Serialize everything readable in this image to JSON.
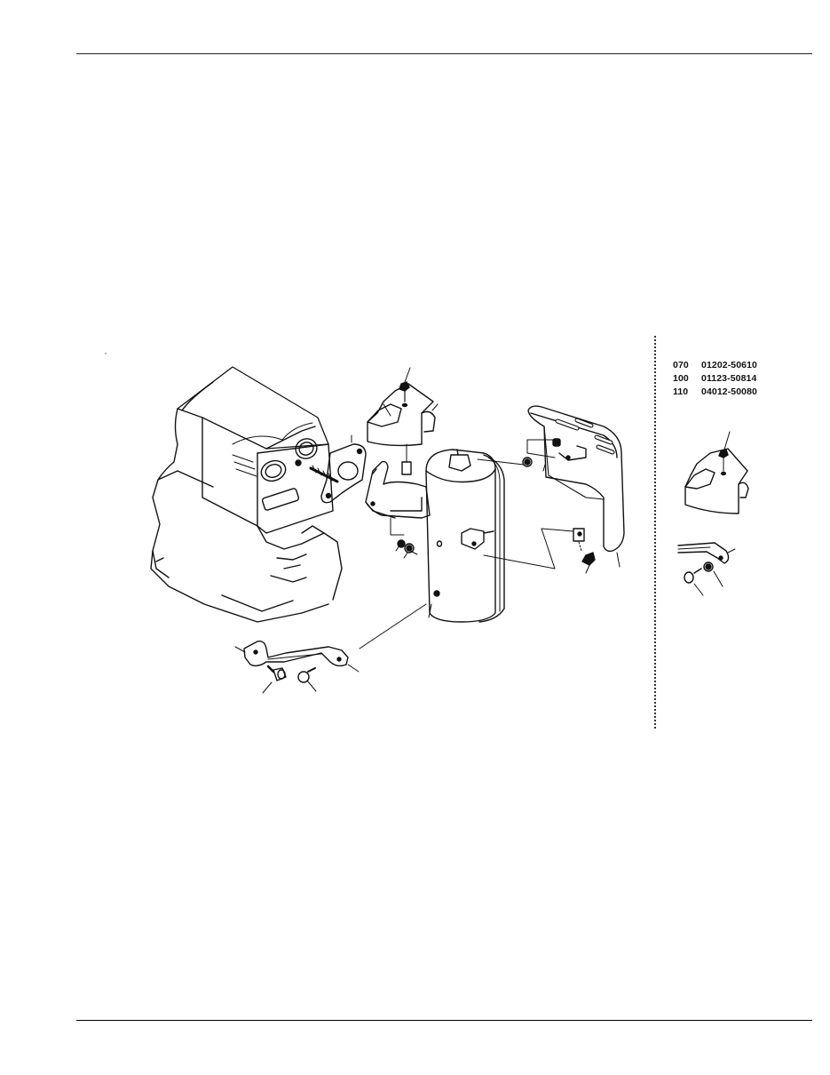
{
  "page": {
    "header_rule": true,
    "footer_rule": true
  },
  "diagram": {
    "title": "",
    "subject": "muffler / exhaust assembly exploded view",
    "main_view_parts": [
      "engine-block",
      "exhaust-gasket",
      "exhaust-stud",
      "heat-shield-upper",
      "shield-bolt",
      "exhaust-elbow-pipe",
      "flange-nuts",
      "muffler-body",
      "muffler-cover-shield",
      "cover-nuts",
      "muffler-stay-bracket",
      "bracket-bolts"
    ],
    "inset_view_parts": [
      "heat-shield-upper-alt",
      "stay-bracket-alt",
      "bolt",
      "washer"
    ]
  },
  "parts_table": {
    "rows": [
      {
        "ref": "070",
        "part_no": "01202-50610"
      },
      {
        "ref": "100",
        "part_no": "01123-50814"
      },
      {
        "ref": "110",
        "part_no": "04012-50080"
      }
    ]
  }
}
